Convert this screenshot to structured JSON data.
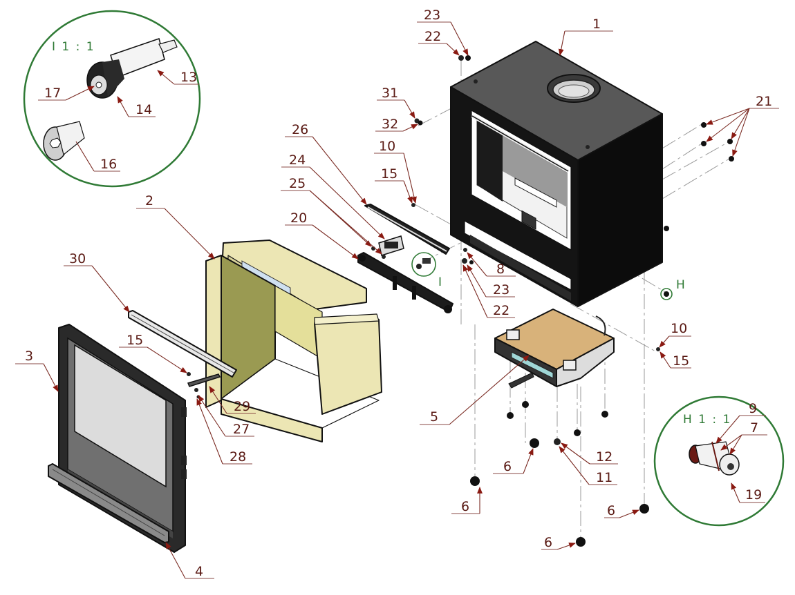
{
  "drawing": {
    "type": "exploded-assembly",
    "subject": "wood-burning stove",
    "colors": {
      "balloon_text": "#5a1a14",
      "leader_line": "#7a2a22",
      "arrowhead": "#8a1a12",
      "detail_circle": "#2f7a35",
      "stove_body": "#141414",
      "stove_top": "#575757",
      "firebrick": "#ece6b4",
      "firebrick_shade": "#9a9a52",
      "grate_board": "#d8b27a",
      "glass": "#dcdcdc"
    }
  },
  "details": [
    {
      "id": "I",
      "scale_label": "I 1 : 1",
      "callout_label": "I",
      "balloons": [
        "13",
        "14",
        "17",
        "16"
      ]
    },
    {
      "id": "H",
      "scale_label": "H 1 : 1",
      "callout_label": "H",
      "balloons": [
        "9",
        "7",
        "19"
      ]
    }
  ],
  "balloons": [
    {
      "id": "b1",
      "label": "1",
      "part": "stove body"
    },
    {
      "id": "b2",
      "label": "2",
      "part": "firebrick liner"
    },
    {
      "id": "b3",
      "label": "3",
      "part": "door"
    },
    {
      "id": "b4",
      "label": "4",
      "part": "door bottom rail"
    },
    {
      "id": "b5",
      "label": "5",
      "part": "grate base assembly"
    },
    {
      "id": "b6a",
      "label": "6",
      "part": "foot"
    },
    {
      "id": "b6b",
      "label": "6",
      "part": "foot"
    },
    {
      "id": "b6c",
      "label": "6",
      "part": "foot"
    },
    {
      "id": "b6d",
      "label": "6",
      "part": "foot"
    },
    {
      "id": "b8",
      "label": "8",
      "part": "nut"
    },
    {
      "id": "b10a",
      "label": "10",
      "part": "screw"
    },
    {
      "id": "b10b",
      "label": "10",
      "part": "screw"
    },
    {
      "id": "b11",
      "label": "11",
      "part": "washer"
    },
    {
      "id": "b12",
      "label": "12",
      "part": "nut"
    },
    {
      "id": "b15a",
      "label": "15",
      "part": "washer"
    },
    {
      "id": "b15b",
      "label": "15",
      "part": "washer"
    },
    {
      "id": "b15c",
      "label": "15",
      "part": "washer"
    },
    {
      "id": "b20",
      "label": "20",
      "part": "air bar"
    },
    {
      "id": "b21",
      "label": "21",
      "part": "side screws"
    },
    {
      "id": "b22a",
      "label": "22",
      "part": "fastener"
    },
    {
      "id": "b22b",
      "label": "22",
      "part": "fastener"
    },
    {
      "id": "b23a",
      "label": "23",
      "part": "fastener"
    },
    {
      "id": "b23b",
      "label": "23",
      "part": "fastener"
    },
    {
      "id": "b24",
      "label": "24",
      "part": "bracket"
    },
    {
      "id": "b25",
      "label": "25",
      "part": "screws"
    },
    {
      "id": "b26",
      "label": "26",
      "part": "air deflector"
    },
    {
      "id": "b27",
      "label": "27",
      "part": "washer"
    },
    {
      "id": "b28",
      "label": "28",
      "part": "screw"
    },
    {
      "id": "b29",
      "label": "29",
      "part": "door handle"
    },
    {
      "id": "b30",
      "label": "30",
      "part": "glass bead"
    },
    {
      "id": "b31",
      "label": "31",
      "part": "fastener"
    },
    {
      "id": "b32",
      "label": "32",
      "part": "fastener"
    },
    {
      "id": "b13",
      "label": "13",
      "part": "hinge pin"
    },
    {
      "id": "b14",
      "label": "14",
      "part": "bushing"
    },
    {
      "id": "b16",
      "label": "16",
      "part": "countersunk screw"
    },
    {
      "id": "b17",
      "label": "17",
      "part": "insert"
    },
    {
      "id": "b9",
      "label": "9",
      "part": "fitting"
    },
    {
      "id": "b7",
      "label": "7",
      "part": "o-rings"
    },
    {
      "id": "b19",
      "label": "19",
      "part": "nozzle"
    }
  ]
}
